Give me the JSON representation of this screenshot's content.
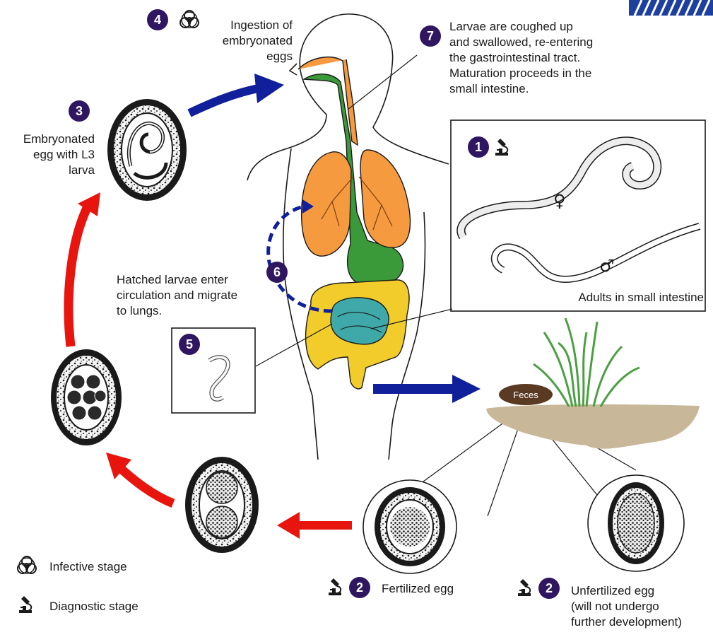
{
  "steps": {
    "s1": "1",
    "s2a": "2",
    "s2b": "2",
    "s3": "3",
    "s4": "4",
    "s5": "5",
    "s6": "6",
    "s7": "7"
  },
  "labels": {
    "ingestion": "Ingestion of\nembryonated eggs",
    "coughed": "Larvae are coughed up\nand swallowed, re-entering\nthe gastrointestinal tract.\nMaturation proceeds in the\nsmall intestine.",
    "embryonated": "Embryonated\negg with L3\nlarva",
    "adults": "Adults in small intestine",
    "hatched": "Hatched larvae enter\ncirculation and migrate\nto lungs.",
    "feces": "Feces",
    "fertilized": "Fertilized egg",
    "unfertilized": "Unfertilized egg\n(will not undergo\nfurther development)",
    "infective": "Infective stage",
    "diagnostic": "Diagnostic stage",
    "female_symbol": "♀",
    "male_symbol": "♂"
  },
  "icons": {
    "infective": "biohazard-icon",
    "diagnostic": "microscope-icon"
  },
  "colors": {
    "step_circle": "#2e1760",
    "forward_arrow": "#10209a",
    "return_arrow": "#e8140e",
    "esophagus_lungs": "#f59a3f",
    "trachea_stomach": "#3a9a3a",
    "large_intestine": "#f2cc2a",
    "small_intestine": "#3fa8a8",
    "soil": "#c9b79a",
    "grass": "#4aa040"
  }
}
